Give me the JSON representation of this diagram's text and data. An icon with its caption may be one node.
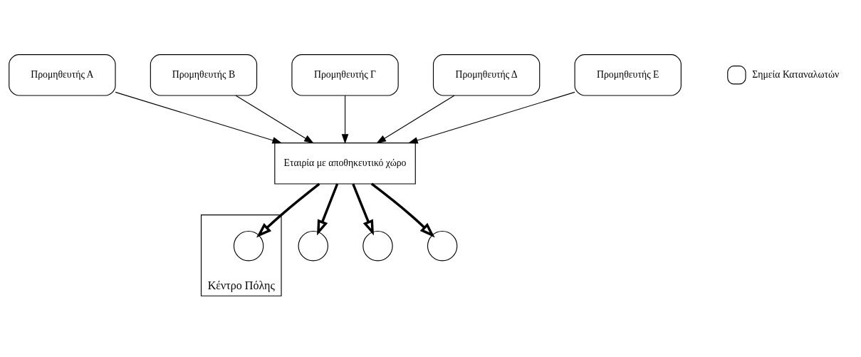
{
  "diagram": {
    "nodes": [
      {
        "text": [
          "Προμηθευτής Α"
        ]
      },
      {
        "text": [
          "Προμηθευτής Β"
        ]
      },
      {
        "text": [
          "Προμηθευτής Γ"
        ]
      },
      {
        "text": [
          "Κέντρο Πόλης"
        ]
      },
      {
        "text": [],
        "shape": "circle",
        "in": 3
      },
      {
        "text": [
          "Εταιρία με αποθηκευτικό χώρο"
        ]
      },
      {
        "text": [],
        "shape": "circle"
      },
      {
        "text": [],
        "shape": "circle"
      },
      {
        "text": [],
        "shape": "circle"
      },
      {
        "text": [
          "Προμηθευτής Δ"
        ]
      },
      {
        "text": [
          "Προμηθευτής Ε"
        ]
      }
    ],
    "edges": [
      {
        "from": 0,
        "to": 5,
        "arrow": "to"
      },
      {
        "from": 1,
        "to": 5,
        "arrow": "to"
      },
      {
        "from": 2,
        "to": 5,
        "arrow": "to"
      },
      {
        "from": 5,
        "to": 4,
        "arrow": "to",
        "style": "thick"
      },
      {
        "from": 5,
        "to": 6,
        "arrow": "to",
        "style": "thick"
      },
      {
        "from": 5,
        "to": 7,
        "arrow": "to",
        "style": "thick"
      },
      {
        "from": 5,
        "to": 8,
        "arrow": "to",
        "style": "thick"
      },
      {
        "from": 9,
        "to": 5,
        "arrow": "to"
      },
      {
        "from": 10,
        "to": 5,
        "arrow": "to"
      }
    ],
    "legend": [
      {
        "text": "Σημεία Καταναλωτών"
      }
    ]
  }
}
